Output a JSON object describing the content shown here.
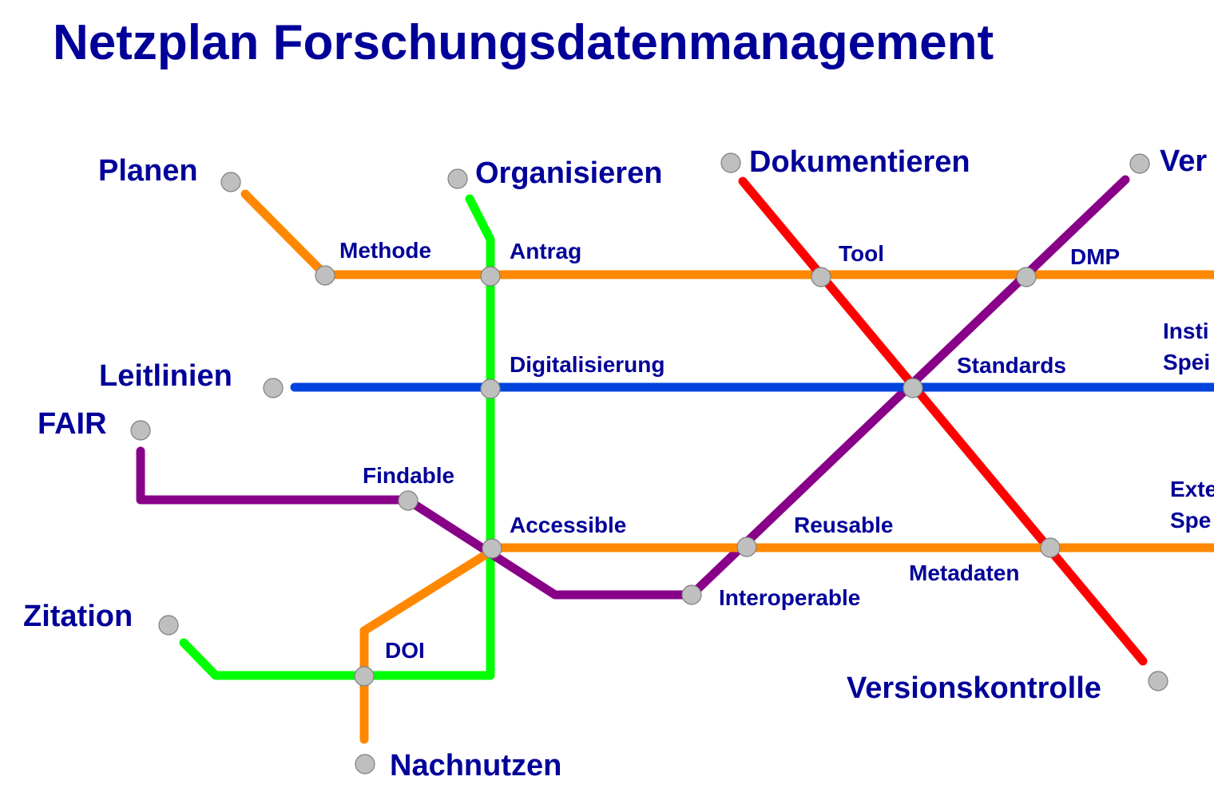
{
  "title": "Netzplan Forschungsdatenmanagement",
  "colors": {
    "orange": "#ff8800",
    "green": "#00ff00",
    "red": "#ff0000",
    "purple": "#880088",
    "blue": "#0044dd",
    "text": "#000099",
    "station_fill": "#bfbfbf"
  },
  "lines": [
    {
      "id": "line-planen-orange",
      "color": "orange"
    },
    {
      "id": "line-organisieren-green",
      "color": "green"
    },
    {
      "id": "line-dokumentieren-red",
      "color": "red"
    },
    {
      "id": "line-ver-purple",
      "color": "purple"
    },
    {
      "id": "line-leitlinien-blue",
      "color": "blue"
    },
    {
      "id": "line-fair-purple",
      "color": "purple"
    },
    {
      "id": "line-accessible-orange",
      "color": "orange"
    },
    {
      "id": "line-zitation-green",
      "color": "green"
    },
    {
      "id": "line-nachnutzen-orange",
      "color": "orange"
    }
  ],
  "terminals": {
    "planen": "Planen",
    "organisieren": "Organisieren",
    "dokumentieren": "Dokumentieren",
    "ver": "Ver",
    "leitlinien": "Leitlinien",
    "fair": "FAIR",
    "zitation": "Zitation",
    "nachnutzen": "Nachnutzen",
    "versionskontrolle": "Versionskontrolle"
  },
  "stations": {
    "methode": "Methode",
    "antrag": "Antrag",
    "tool": "Tool",
    "dmp": "DMP",
    "digitalisierung": "Digitalisierung",
    "standards": "Standards",
    "insti_line1": "Insti",
    "insti_line2": "Spei",
    "findable": "Findable",
    "accessible": "Accessible",
    "reusable": "Reusable",
    "exte_line1": "Exte",
    "exte_line2": "Spe",
    "interoperable": "Interoperable",
    "metadaten": "Metadaten",
    "doi": "DOI"
  }
}
